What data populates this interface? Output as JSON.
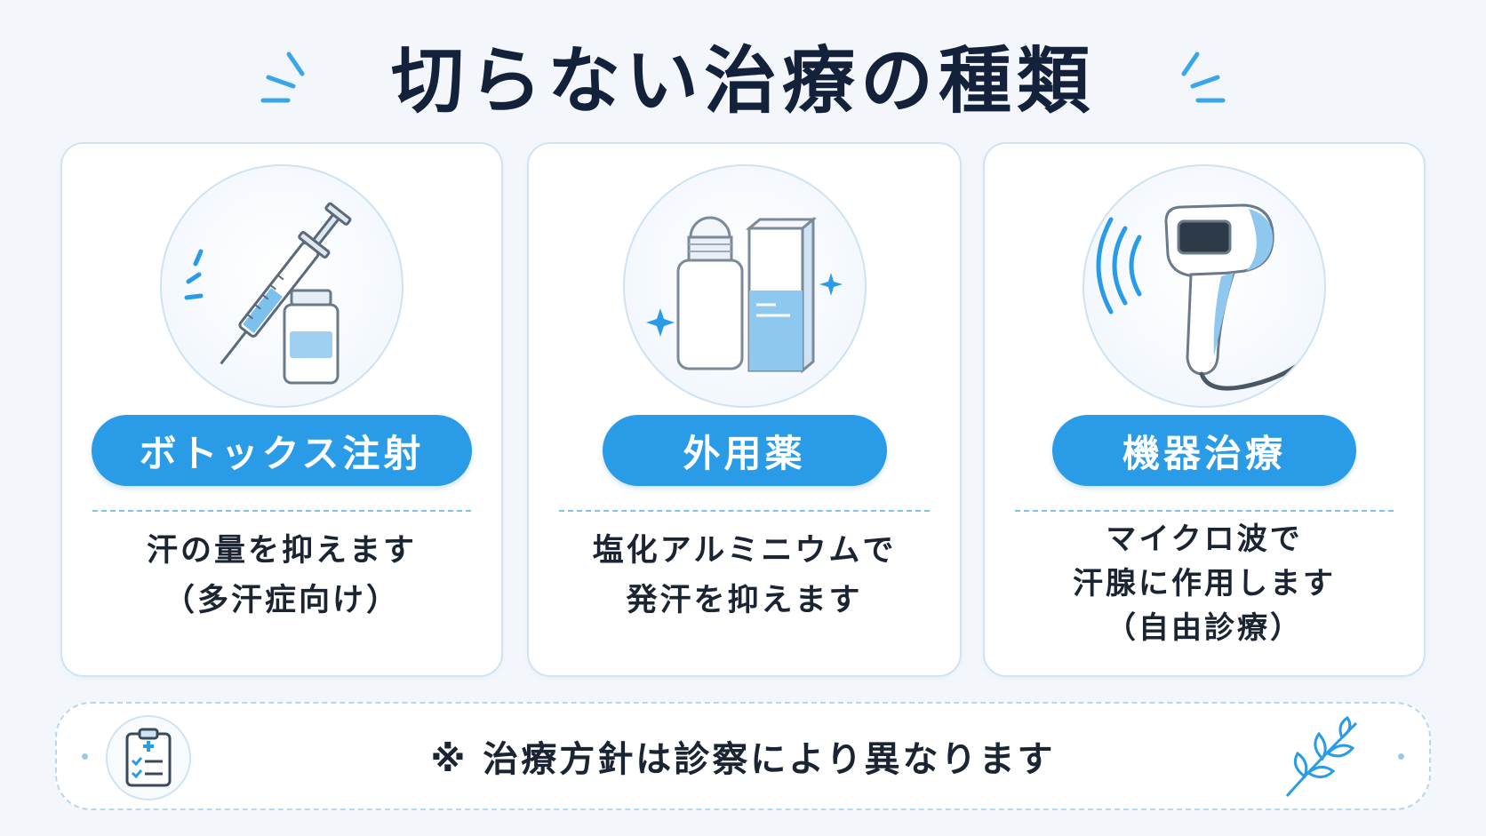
{
  "title": "切らない治療の種類",
  "cards": [
    {
      "label": "ボトックス注射",
      "icon": "syringe-and-vial-icon",
      "desc": [
        "汗の量を抑えます",
        "（多汗症向け）"
      ]
    },
    {
      "label": "外用薬",
      "icon": "roll-on-bottle-and-box-icon",
      "desc": [
        "塩化アルミニウムで",
        "発汗を抑えます"
      ]
    },
    {
      "label": "機器治療",
      "icon": "microwave-device-icon",
      "desc": [
        "マイクロ波で",
        "汗腺に作用します",
        "（自由診療）"
      ]
    }
  ],
  "footer": {
    "note": "※ 治療方針は診察により異なります",
    "left_icon": "clipboard-icon",
    "right_icon": "leaf-icon"
  },
  "colors": {
    "accent": "#2a9be6",
    "light_accent": "#cfe3f3",
    "background": "#f3f7fc",
    "text": "#14213a"
  }
}
